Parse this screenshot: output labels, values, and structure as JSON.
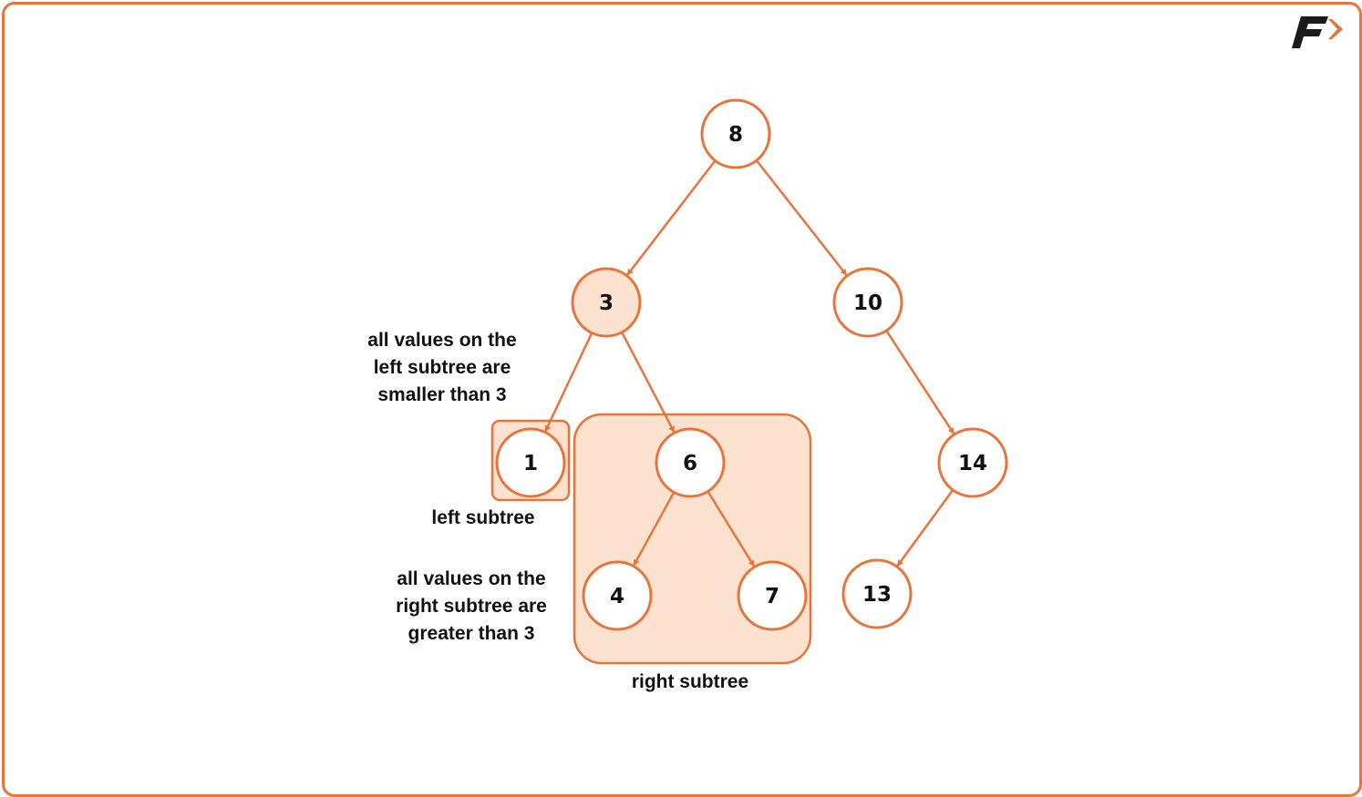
{
  "colors": {
    "accent": "#E8743B",
    "highlight_fill": "#FDE3CF",
    "text": "#111111",
    "logo_dark": "#1a1a1a"
  },
  "logo": {
    "icon": "brand-logo-icon"
  },
  "tree": {
    "nodes": [
      {
        "id": "n8",
        "value": "8",
        "highlighted": false
      },
      {
        "id": "n3",
        "value": "3",
        "highlighted": true
      },
      {
        "id": "n10",
        "value": "10",
        "highlighted": false
      },
      {
        "id": "n1",
        "value": "1",
        "highlighted": false
      },
      {
        "id": "n6",
        "value": "6",
        "highlighted": false
      },
      {
        "id": "n14",
        "value": "14",
        "highlighted": false
      },
      {
        "id": "n4",
        "value": "4",
        "highlighted": false
      },
      {
        "id": "n7",
        "value": "7",
        "highlighted": false
      },
      {
        "id": "n13",
        "value": "13",
        "highlighted": false
      }
    ],
    "edges": [
      {
        "from": "n8",
        "to": "n3"
      },
      {
        "from": "n8",
        "to": "n10"
      },
      {
        "from": "n3",
        "to": "n1"
      },
      {
        "from": "n3",
        "to": "n6"
      },
      {
        "from": "n10",
        "to": "n14"
      },
      {
        "from": "n6",
        "to": "n4"
      },
      {
        "from": "n6",
        "to": "n7"
      },
      {
        "from": "n14",
        "to": "n13"
      }
    ]
  },
  "annotations": {
    "left_note": [
      "all values on the",
      "left subtree are",
      "smaller than 3"
    ],
    "left_label": "left subtree",
    "right_note": [
      "all values on the",
      "right subtree are",
      "greater than 3"
    ],
    "right_label": "right subtree"
  }
}
